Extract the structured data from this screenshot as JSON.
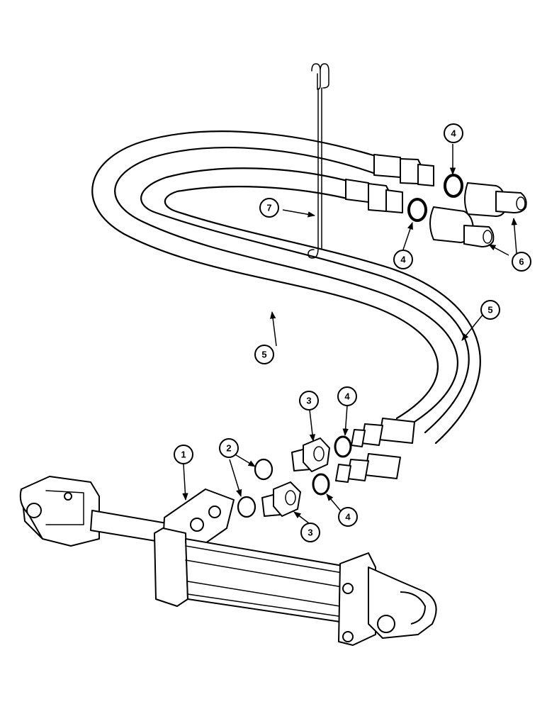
{
  "callouts": [
    {
      "id": "c1",
      "label": "1"
    },
    {
      "id": "c2",
      "label": "2"
    },
    {
      "id": "c3a",
      "label": "3"
    },
    {
      "id": "c3b",
      "label": "3"
    },
    {
      "id": "c4a",
      "label": "4"
    },
    {
      "id": "c4b",
      "label": "4"
    },
    {
      "id": "c4c",
      "label": "4"
    },
    {
      "id": "c4d",
      "label": "4"
    },
    {
      "id": "c5a",
      "label": "5"
    },
    {
      "id": "c5b",
      "label": "5"
    },
    {
      "id": "c6",
      "label": "6"
    },
    {
      "id": "c7",
      "label": "7"
    }
  ]
}
